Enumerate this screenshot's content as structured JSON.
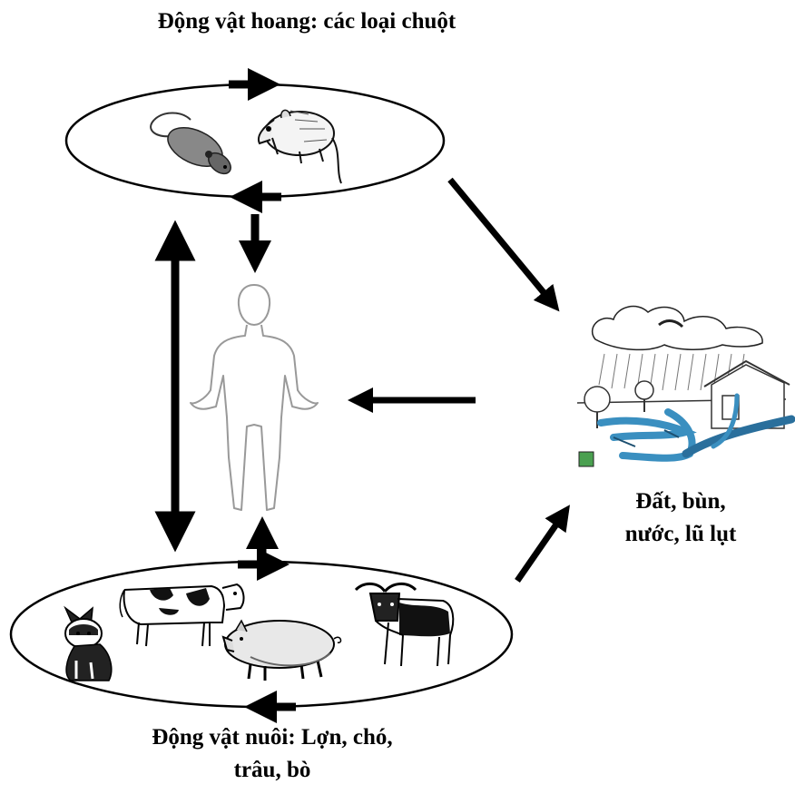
{
  "wild": {
    "title": "Động vật hoang: các loại chuột",
    "animals": [
      "rat-icon",
      "rat-icon"
    ]
  },
  "domestic": {
    "title_line1": "Động vật nuôi: Lợn, chó,",
    "title_line2": "trâu, bò",
    "animals": [
      "dog-icon",
      "cow-icon",
      "pig-icon",
      "buffalo-icon"
    ]
  },
  "environment": {
    "line1": "Đất, bùn,",
    "line2": "nước, lũ lụt"
  },
  "human": {
    "icon": "human-outline-icon"
  },
  "colors": {
    "line": "#000000",
    "water": "#3a8fc0",
    "background": "#ffffff"
  }
}
